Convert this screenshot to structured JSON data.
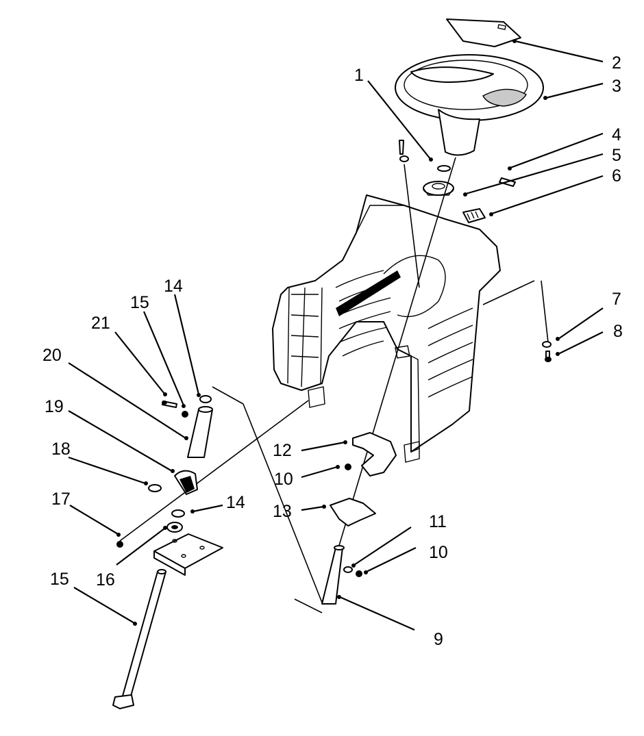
{
  "diagram": {
    "callouts": [
      {
        "id": "c1",
        "text": "1"
      },
      {
        "id": "c2",
        "text": "2"
      },
      {
        "id": "c3",
        "text": "3"
      },
      {
        "id": "c4",
        "text": "4"
      },
      {
        "id": "c5",
        "text": "5"
      },
      {
        "id": "c6",
        "text": "6"
      },
      {
        "id": "c7",
        "text": "7"
      },
      {
        "id": "c8",
        "text": "8"
      },
      {
        "id": "c9",
        "text": "9"
      },
      {
        "id": "c10a",
        "text": "10"
      },
      {
        "id": "c10b",
        "text": "10"
      },
      {
        "id": "c11",
        "text": "11"
      },
      {
        "id": "c12",
        "text": "12"
      },
      {
        "id": "c13",
        "text": "13"
      },
      {
        "id": "c14a",
        "text": "14"
      },
      {
        "id": "c14b",
        "text": "14"
      },
      {
        "id": "c15a",
        "text": "15"
      },
      {
        "id": "c15b",
        "text": "15"
      },
      {
        "id": "c16",
        "text": "16"
      },
      {
        "id": "c17",
        "text": "17"
      },
      {
        "id": "c18",
        "text": "18"
      },
      {
        "id": "c19",
        "text": "19"
      },
      {
        "id": "c20",
        "text": "20"
      },
      {
        "id": "c21",
        "text": "21"
      }
    ]
  }
}
